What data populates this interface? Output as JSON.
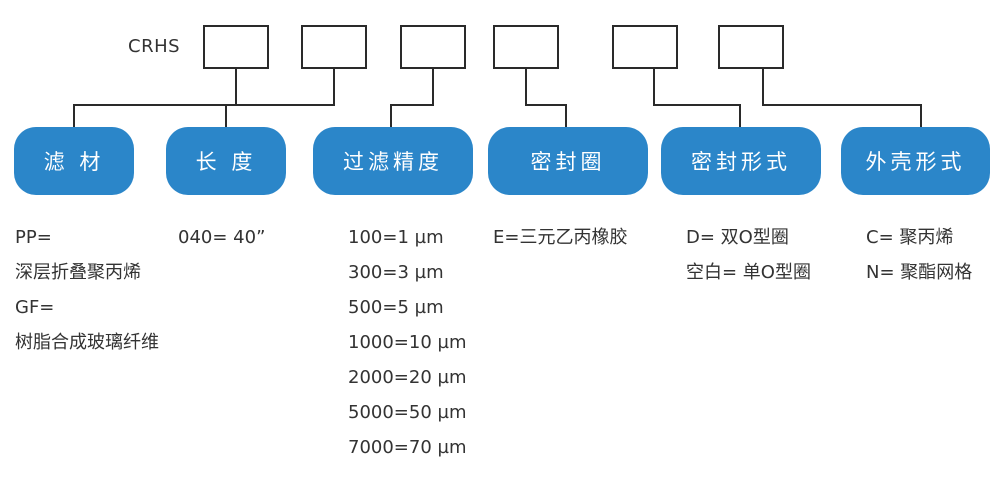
{
  "model_prefix": "CRHS",
  "colors": {
    "pill": "#2b86c9",
    "line": "#2a2a2a",
    "text": "#333333"
  },
  "categories": [
    {
      "label": "滤 材",
      "options": [
        "PP=",
        "深层折叠聚丙烯",
        "GF=",
        "树脂合成玻璃纤维"
      ]
    },
    {
      "label": "长 度",
      "options": [
        "040= 40”"
      ]
    },
    {
      "label": "过滤精度",
      "options": [
        "100=1 µm",
        "300=3 µm",
        "500=5 µm",
        "1000=10 µm",
        "2000=20 µm",
        "5000=50 µm",
        "7000=70 µm"
      ]
    },
    {
      "label": "密封圈",
      "options": [
        "E=三元乙丙橡胶"
      ]
    },
    {
      "label": "密封形式",
      "options": [
        "D= 双O型圈",
        "空白= 单O型圈"
      ]
    },
    {
      "label": "外壳形式",
      "options": [
        "C= 聚丙烯",
        "N= 聚酯网格"
      ]
    }
  ]
}
